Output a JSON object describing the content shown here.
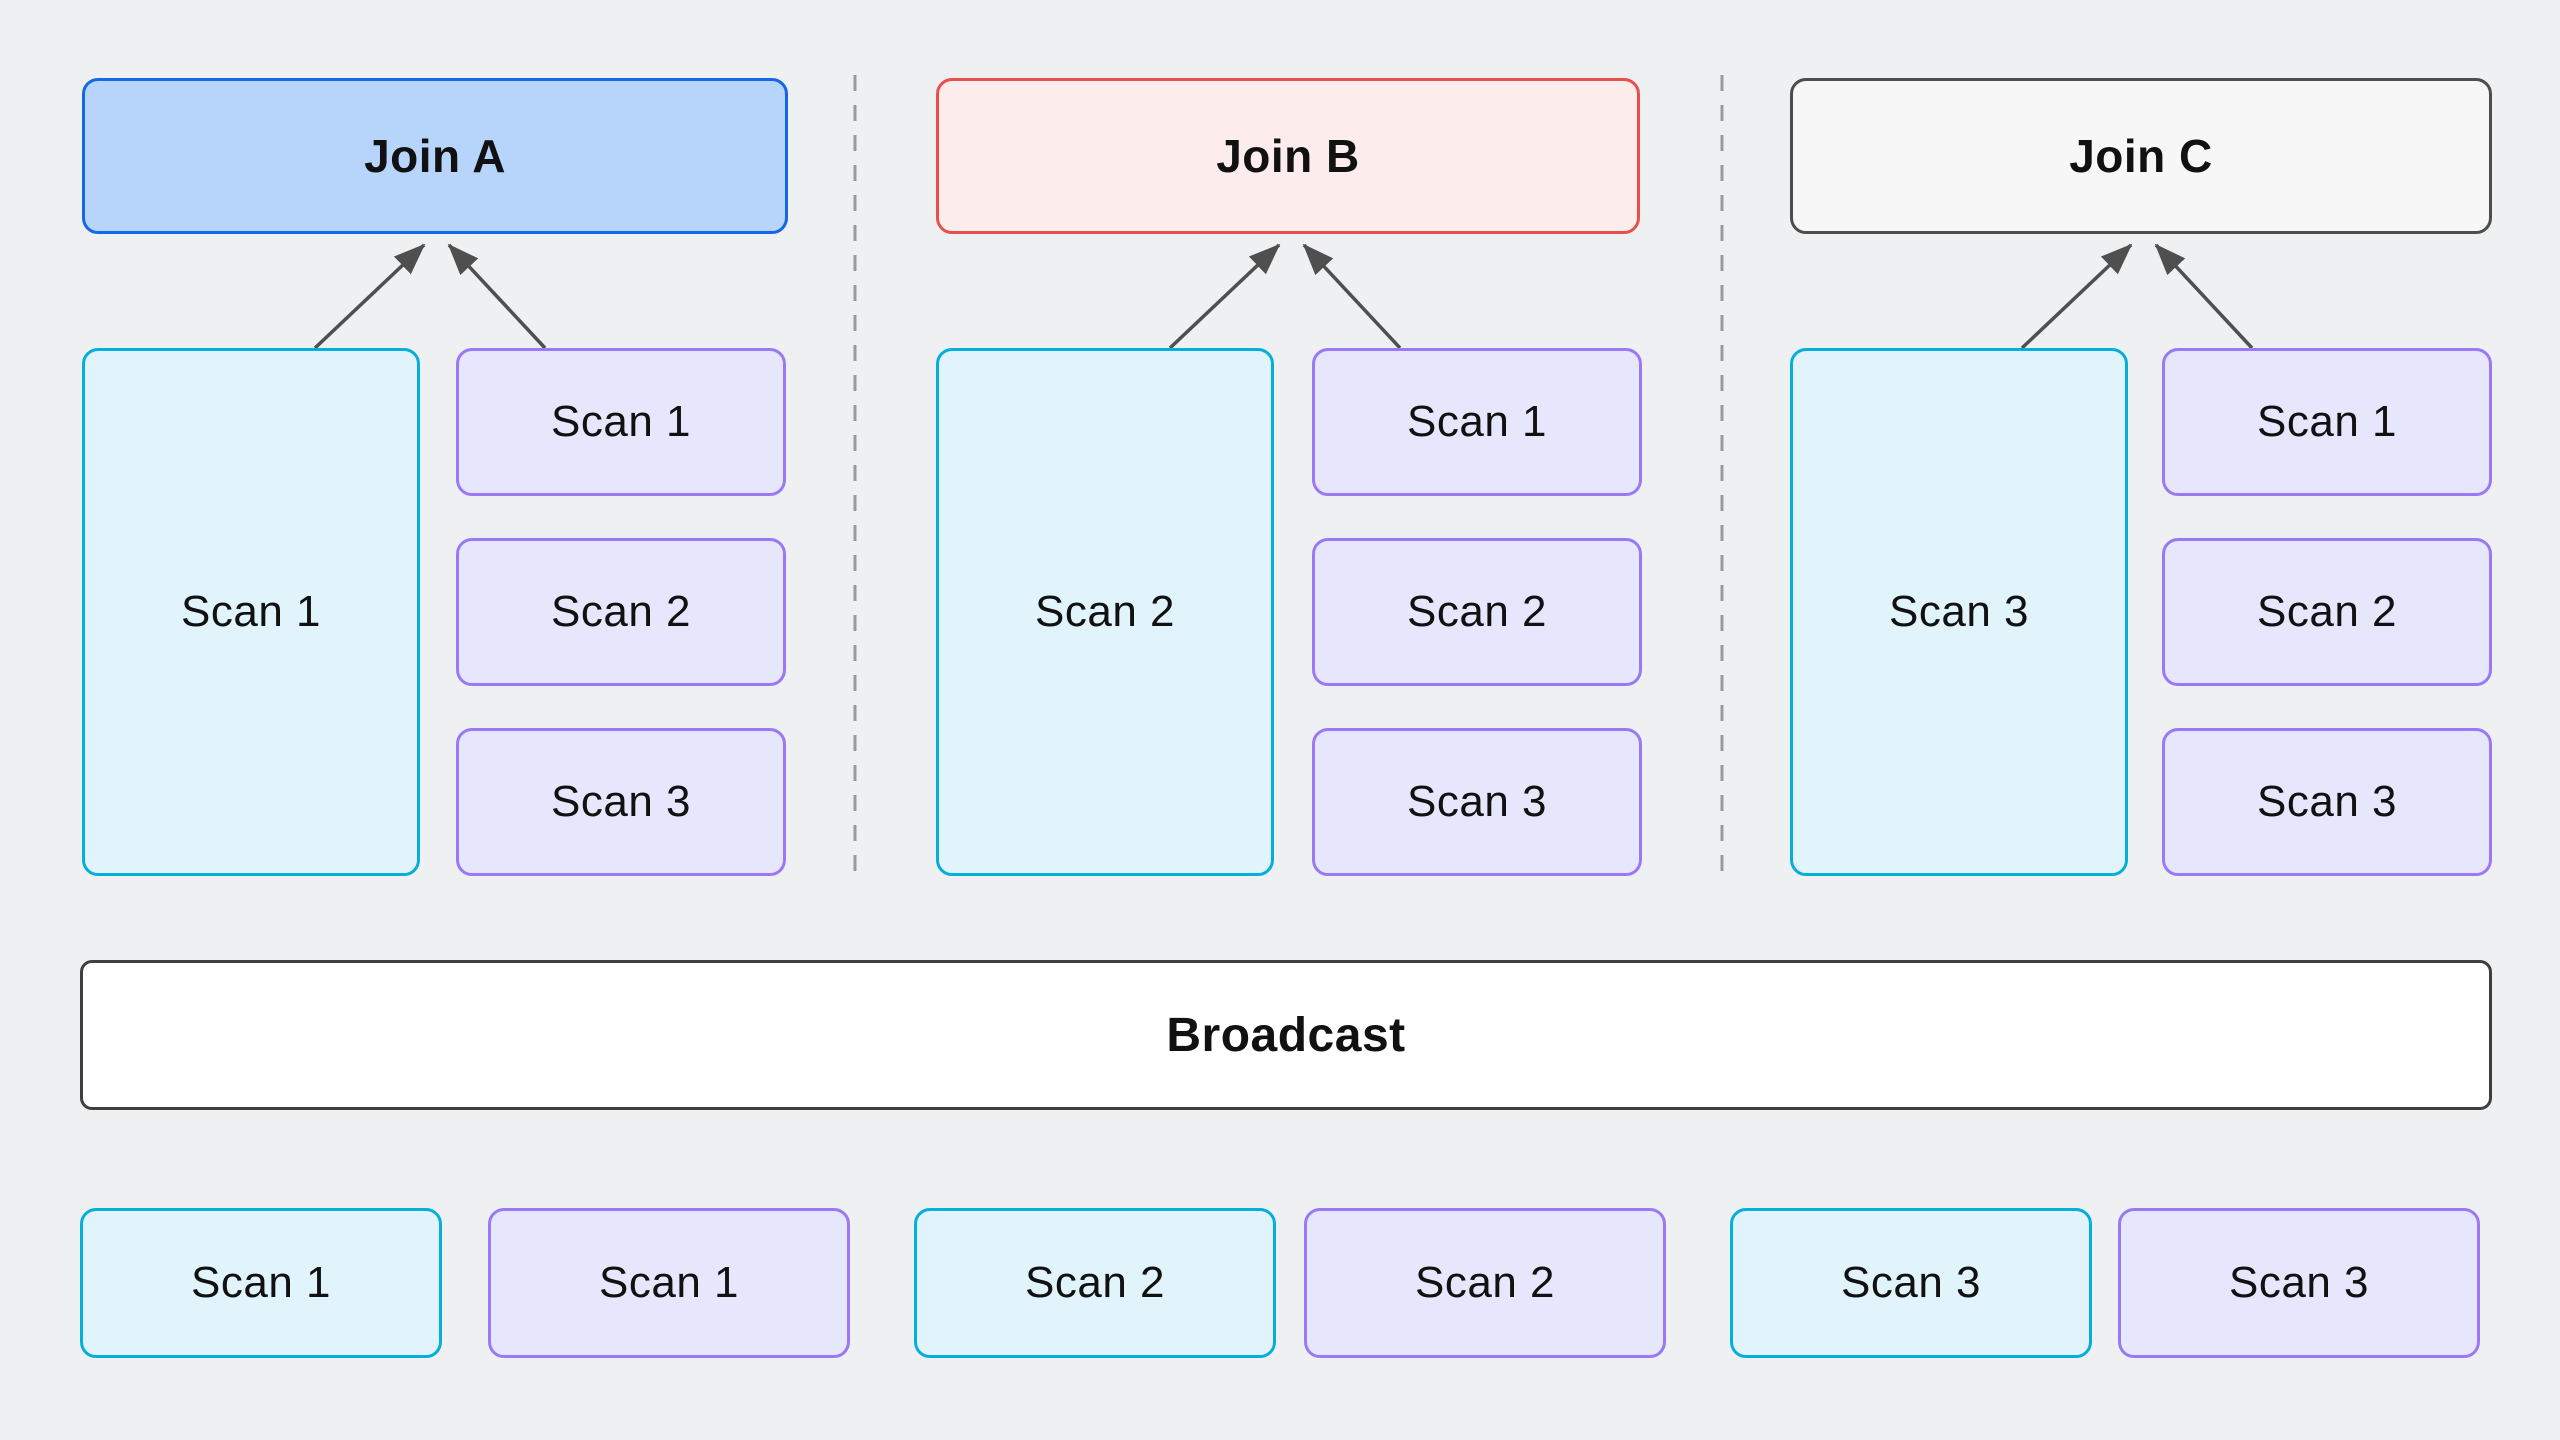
{
  "colors": {
    "page-bg": "#eff0f2",
    "join-a-fill": "#b7d4fb",
    "join-a-border": "#1567e8",
    "join-b-fill": "#fdecec",
    "join-b-border": "#e8504b",
    "join-c-fill": "#f7f7f8",
    "join-c-border": "#4d4d4d",
    "cyan-fill": "#e1f4fc",
    "cyan-border": "#06aeda",
    "purple-fill": "#e6e7fc",
    "purple-border": "#9b79f6",
    "broadcast-fill": "#ffffff",
    "broadcast-border": "#3f3f3f",
    "arrow": "#4f4f4f",
    "divider": "#9a9a9a",
    "text": "#111111"
  },
  "columns": [
    {
      "join": "Join A",
      "big_scan": "Scan 1",
      "small_scans": [
        "Scan 1",
        "Scan 2",
        "Scan 3"
      ]
    },
    {
      "join": "Join B",
      "big_scan": "Scan 2",
      "small_scans": [
        "Scan 1",
        "Scan 2",
        "Scan 3"
      ]
    },
    {
      "join": "Join C",
      "big_scan": "Scan 3",
      "small_scans": [
        "Scan 1",
        "Scan 2",
        "Scan 3"
      ]
    }
  ],
  "broadcast": "Broadcast",
  "bottom_row": [
    {
      "label": "Scan 1",
      "variant": "cyan"
    },
    {
      "label": "Scan 1",
      "variant": "purple"
    },
    {
      "label": "Scan 2",
      "variant": "cyan"
    },
    {
      "label": "Scan 2",
      "variant": "purple"
    },
    {
      "label": "Scan 3",
      "variant": "cyan"
    },
    {
      "label": "Scan 3",
      "variant": "purple"
    }
  ]
}
